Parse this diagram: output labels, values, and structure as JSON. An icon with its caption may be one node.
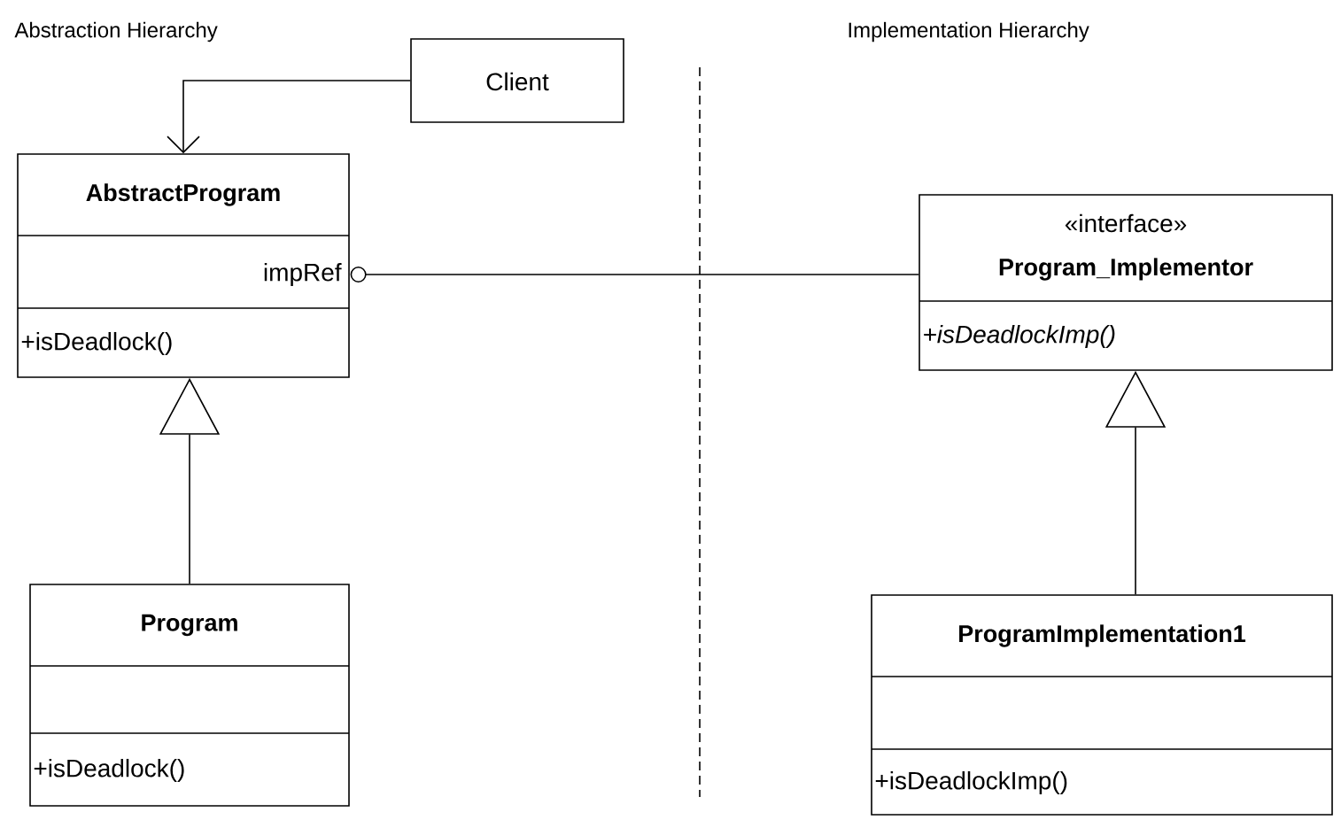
{
  "diagram": {
    "nodes": [
      {
        "text": [
          "Client"
        ]
      },
      {
        "text": [
          "AbstractProgram",
          "impRef",
          "+isDeadlock()"
        ]
      },
      {
        "text": [
          "Program",
          "+isDeadlock()"
        ]
      },
      {
        "text": [
          "«interface»",
          "Program_Implementor",
          "+isDeadlockImp()"
        ]
      },
      {
        "text": [
          "ProgramImplementation1",
          "+isDeadlockImp()"
        ]
      }
    ],
    "edges": [
      {
        "from": 0,
        "to": 1,
        "arrow": "to"
      },
      {
        "from": 2,
        "to": 1,
        "arrow": "to"
      },
      {
        "from": 1,
        "to": 3,
        "arrow": "other"
      },
      {
        "from": 4,
        "to": 3,
        "arrow": "to"
      }
    ],
    "labels": [
      "Abstraction Hierarchy",
      "Implementation Hierarchy"
    ]
  }
}
